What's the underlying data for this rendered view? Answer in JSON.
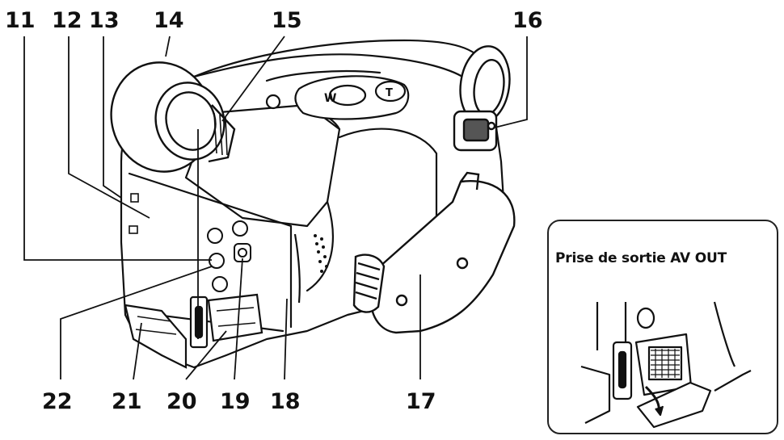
{
  "callouts": {
    "n11": "11",
    "n12": "12",
    "n13": "13",
    "n14": "14",
    "n15": "15",
    "n16": "16",
    "n17": "17",
    "n18": "18",
    "n19": "19",
    "n20": "20",
    "n21": "21",
    "n22": "22"
  },
  "inset": {
    "title": "Prise de sortie AV OUT"
  },
  "zoom_labels": {
    "w": "W",
    "t": "T"
  }
}
